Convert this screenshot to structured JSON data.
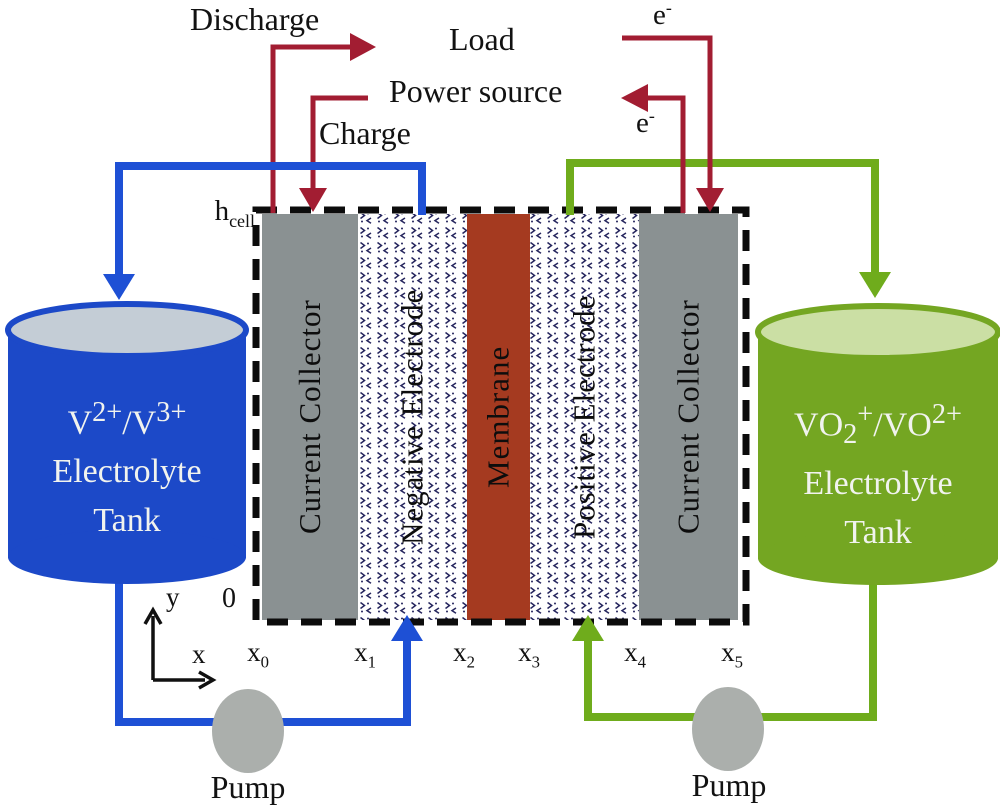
{
  "colors": {
    "circuit_red": "#A21D32",
    "pipe_blue": "#1E50D5",
    "pipe_green": "#6FAC1C",
    "tank_blue": "#1C49C8",
    "tank_blue_top": "#C4CDD6",
    "tank_green": "#74A622",
    "tank_green_top": "#CBDFA4",
    "collector_gray": "#8A9192",
    "membrane_red": "#A53A20",
    "pump_gray": "#ABAFAC",
    "pattern_ink": "#26265E",
    "ink": "#121212"
  },
  "top": {
    "discharge": "Discharge",
    "load": "Load",
    "power_source": "Power source",
    "charge": "Charge",
    "electron_top": [
      {
        "v": "e"
      },
      {
        "s": "sup",
        "v": "-"
      }
    ],
    "electron_side": [
      {
        "v": "e"
      },
      {
        "s": "sup",
        "v": "-"
      }
    ]
  },
  "cell": {
    "height_label": [
      {
        "v": "h"
      },
      {
        "s": "sub",
        "v": "cell"
      }
    ],
    "origin_label": "0",
    "layers": [
      {
        "label": "Current Collector"
      },
      {
        "label": "Negative Electrode"
      },
      {
        "label": "Membrane"
      },
      {
        "label": "Positive Electrode"
      },
      {
        "label": "Current Collector"
      }
    ],
    "x_marks": [
      [
        {
          "v": "x"
        },
        {
          "s": "sub",
          "v": "0"
        }
      ],
      [
        {
          "v": "x"
        },
        {
          "s": "sub",
          "v": "1"
        }
      ],
      [
        {
          "v": "x"
        },
        {
          "s": "sub",
          "v": "2"
        }
      ],
      [
        {
          "v": "x"
        },
        {
          "s": "sub",
          "v": "3"
        }
      ],
      [
        {
          "v": "x"
        },
        {
          "s": "sub",
          "v": "4"
        }
      ],
      [
        {
          "v": "x"
        },
        {
          "s": "sub",
          "v": "5"
        }
      ]
    ]
  },
  "axes": {
    "x_label": "x",
    "y_label": "y"
  },
  "tanks": {
    "left": {
      "line1": [
        {
          "v": "V"
        },
        {
          "s": "sup",
          "v": "2+"
        },
        {
          "v": "/V"
        },
        {
          "s": "sup",
          "v": "3+"
        }
      ],
      "line2": "Electrolyte",
      "line3": "Tank"
    },
    "right": {
      "line1": [
        {
          "v": "VO"
        },
        {
          "s": "sub",
          "v": "2"
        },
        {
          "s": "sup",
          "v": "+"
        },
        {
          "v": "/VO"
        },
        {
          "s": "sup",
          "v": "2+"
        }
      ],
      "line2": "Electrolyte",
      "line3": "Tank"
    }
  },
  "pumps": {
    "left_label": "Pump",
    "right_label": "Pump"
  }
}
